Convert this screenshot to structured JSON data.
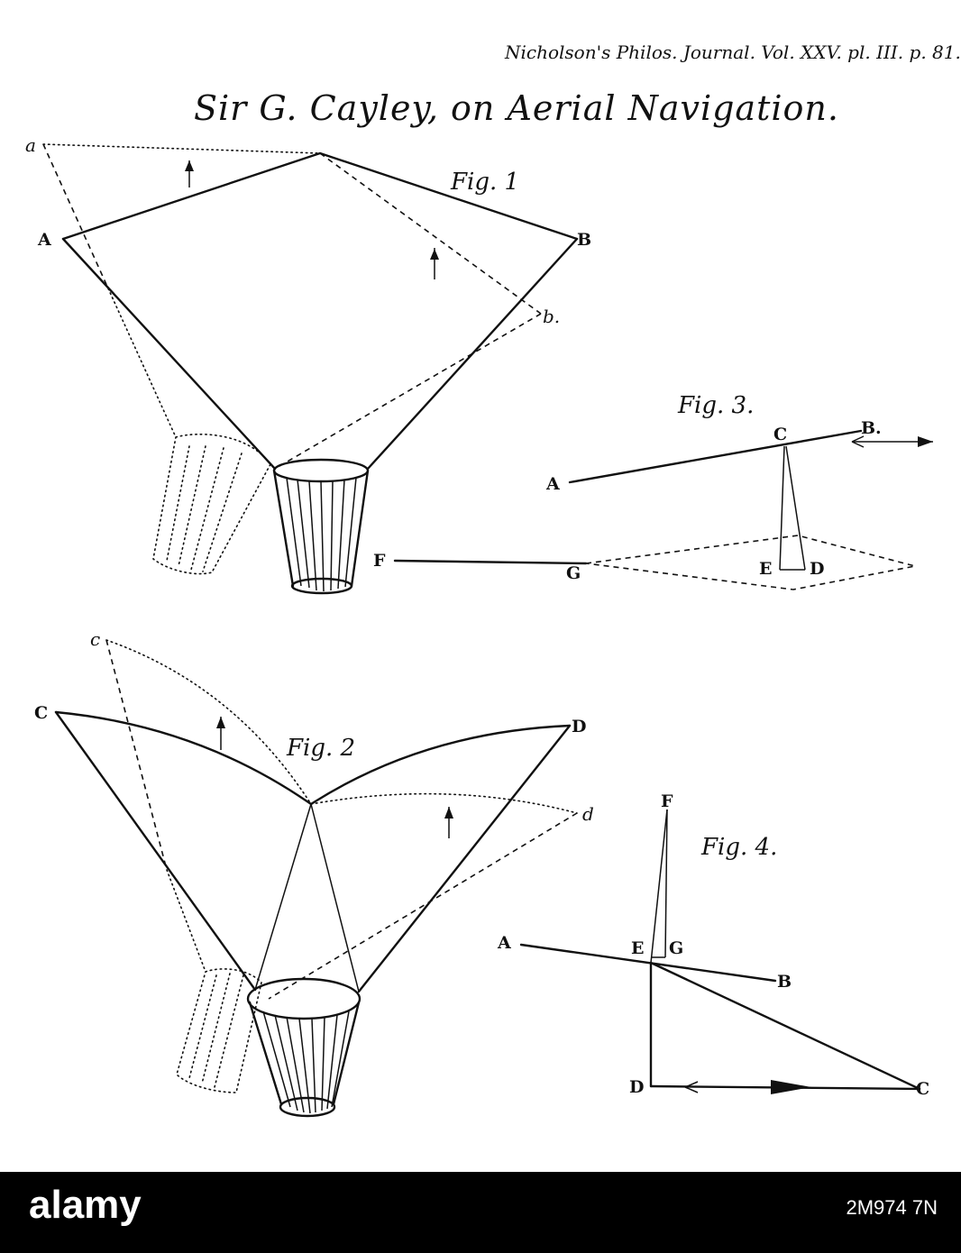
{
  "header": {
    "journal_reference": "Nicholson's Philos. Journal. Vol. XXV. pl. III. p. 81.",
    "title": "Sir G. Cayley, on Aerial Navigation."
  },
  "figures": {
    "fig1": {
      "caption": "Fig. 1",
      "labels": [
        "a",
        "A",
        "B",
        "b."
      ]
    },
    "fig2": {
      "caption": "Fig. 2",
      "labels": [
        "c",
        "C",
        "D",
        "d"
      ]
    },
    "fig3": {
      "caption": "Fig. 3.",
      "labels": [
        "A",
        "C",
        "B.",
        "E",
        "D",
        "F",
        "G"
      ]
    },
    "fig4": {
      "caption": "Fig. 4.",
      "labels": [
        "F",
        "A",
        "E",
        "G",
        "B",
        "D",
        "C"
      ]
    }
  },
  "footer": {
    "stock_label": "alamy",
    "image_id": "2M974 7N"
  }
}
